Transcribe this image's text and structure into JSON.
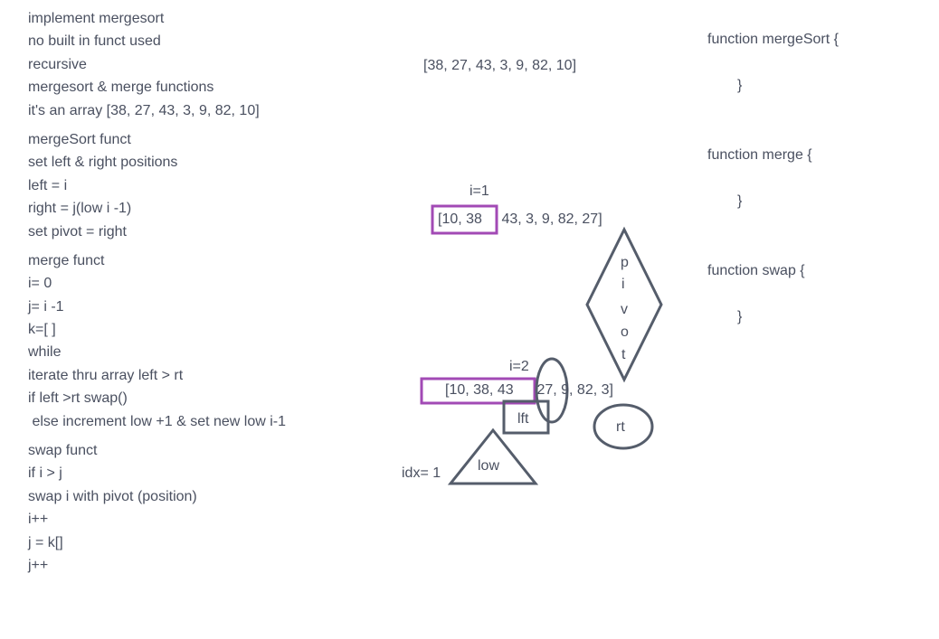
{
  "notes": {
    "block1": [
      "implement mergesort",
      "no built in funct used",
      "recursive",
      "mergesort & merge functions",
      "it's an array [38, 27, 43, 3, 9, 82, 10]"
    ],
    "block2": [
      "mergeSort funct",
      "set left & right positions",
      "left = i",
      "right = j(low i -1)",
      "set pivot = right"
    ],
    "block3": [
      "merge funct",
      "i= 0",
      "j= i -1",
      "k=[ ]",
      "while",
      "iterate thru array left > rt",
      "if left >rt swap()",
      " else increment low +1 & set new low i-1"
    ],
    "block4": [
      "swap funct",
      "if i > j",
      "swap i with pivot (position)",
      "i++",
      "j = k[]",
      "j++"
    ]
  },
  "diagram": {
    "initial_array": "[38, 27, 43, 3, 9, 82, 10]",
    "step1": {
      "label": "i=1",
      "boxed": "[10, 38",
      "rest": " 43, 3, 9, 82, 27]"
    },
    "pivot_letters": [
      "p",
      "i",
      "v",
      "o",
      "t"
    ],
    "step2": {
      "label": "i=2",
      "boxed": "[10, 38, 43",
      "rest": " 27, 9, 82, 3]"
    },
    "lft_label": "lft",
    "rt_label": "rt",
    "low_label": "low",
    "idx_label": "idx= 1"
  },
  "code": {
    "merge_sort_open": "function mergeSort {",
    "merge_sort_close": "}",
    "merge_open": "function merge {",
    "merge_close": "}",
    "swap_open": "function swap {",
    "swap_close": "}"
  },
  "colors": {
    "text": "#4a5060",
    "highlight": "#a24ab5",
    "shape_stroke": "#555d6b"
  }
}
